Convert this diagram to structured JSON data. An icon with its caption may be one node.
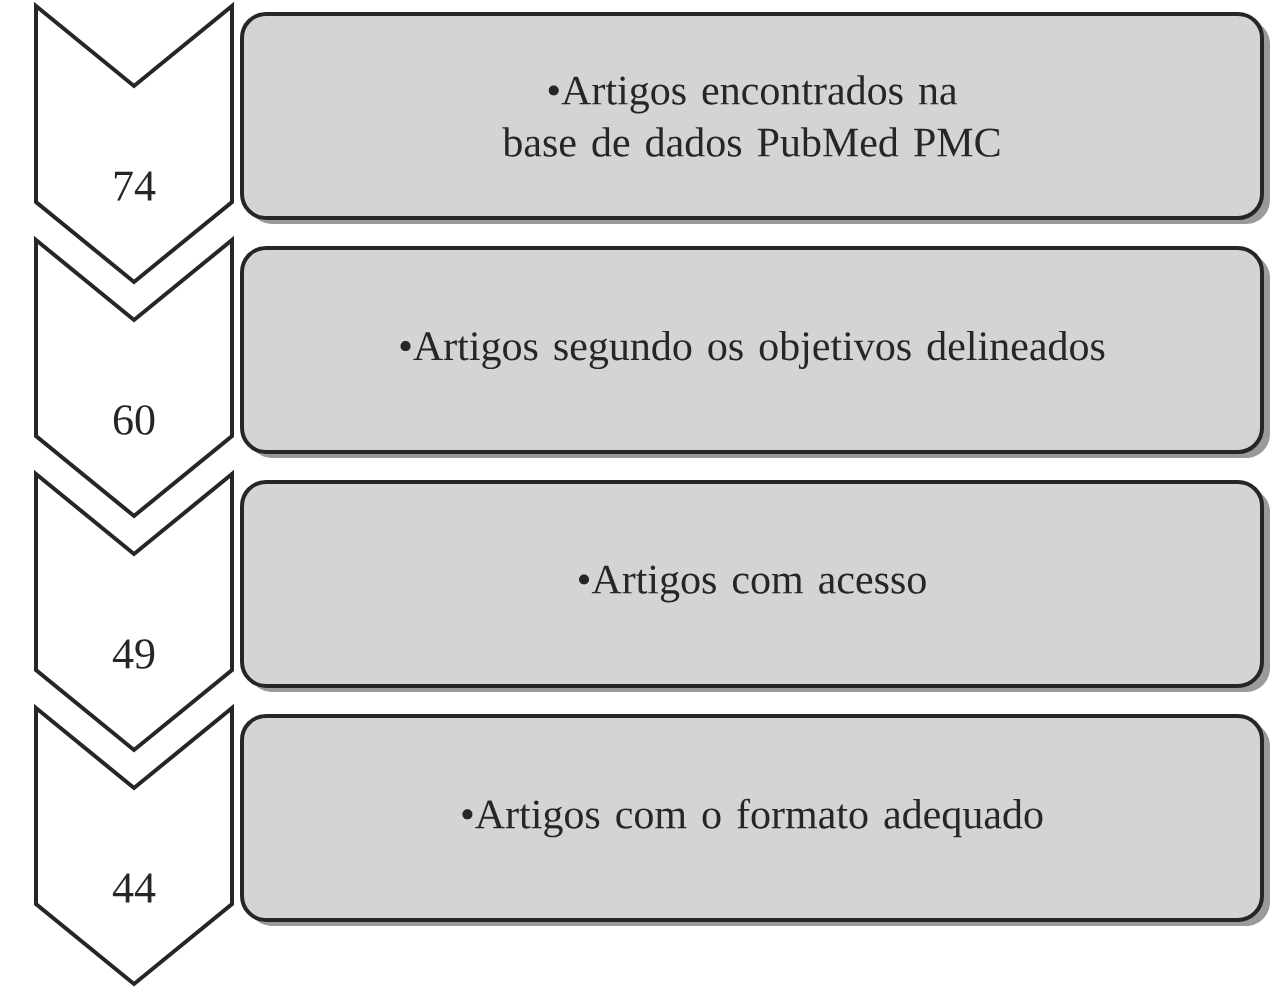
{
  "diagram": {
    "nodes": [
      {
        "text": [
          "74"
        ]
      },
      {
        "text": [
          "•Artigos encontrados na base de dados PubMed PMC"
        ]
      },
      {
        "text": [
          "60"
        ]
      },
      {
        "text": [
          "•Artigos segundo os objetivos delineados"
        ]
      },
      {
        "text": [
          "49"
        ]
      },
      {
        "text": [
          "•Artigos com acesso"
        ]
      },
      {
        "text": [
          "44"
        ]
      },
      {
        "text": [
          "•Artigos com o formato adequado"
        ]
      }
    ]
  }
}
